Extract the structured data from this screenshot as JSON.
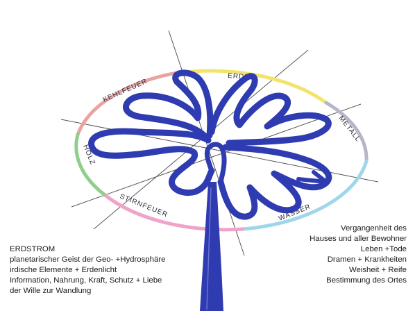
{
  "ring_segments": [
    {
      "id": "kehlfeuer",
      "label": "KEHLFEUER",
      "color": "#e9a3a0"
    },
    {
      "id": "erde",
      "label": "ERDE",
      "color": "#f2e46a"
    },
    {
      "id": "metall",
      "label": "METALL",
      "color": "#b6b6c8"
    },
    {
      "id": "wasser",
      "label": "WASSER",
      "color": "#9fd6ea"
    },
    {
      "id": "stirnfeuer",
      "label": "STIRNFEUER",
      "color": "#f0a2c9"
    },
    {
      "id": "holz",
      "label": "HOLZ",
      "color": "#8fcf8a"
    }
  ],
  "stream_color": "#2f3bb0",
  "left_caption": {
    "title": "ERDSTROM",
    "lines": [
      "planetarischer Geist der Geo- +Hydrosphäre",
      "irdische Elemente + Erdenlicht",
      "Information, Nahrung, Kraft, Schutz + Liebe",
      "der Wille zur Wandlung"
    ]
  },
  "right_caption": {
    "lines": [
      "Vergangenheit des",
      "Hauses und aller Bewohner",
      "Leben +Tode",
      "Dramen + Krankheiten",
      "Weisheit + Reife",
      "Bestimmung des Ortes"
    ]
  }
}
